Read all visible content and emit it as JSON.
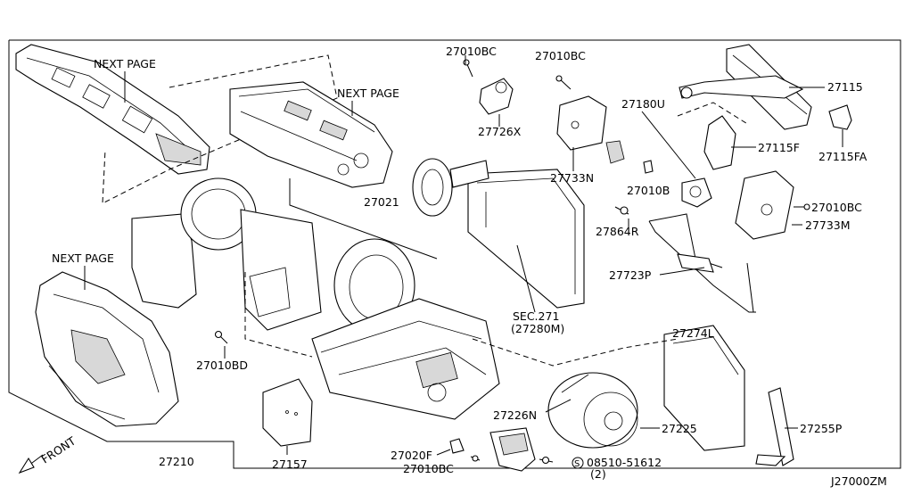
{
  "diagram": {
    "code": "J27000ZM",
    "front_label": "FRONT",
    "labels": {
      "p_27010BC_a": "27010BC",
      "p_27010BC_b": "27010BC",
      "p_27010BC_c": "27010BC",
      "p_27010BC_d": "27010BC",
      "p_27726X": "27726X",
      "p_27733N": "27733N",
      "p_27180U": "27180U",
      "p_27115": "27115",
      "p_27115F": "27115F",
      "p_27115FA": "27115FA",
      "p_27010B": "27010B",
      "p_27733M": "27733M",
      "p_27864R": "27864R",
      "p_27723P": "27723P",
      "p_27021": "27021",
      "p_sec271": "SEC.271",
      "p_27280M": "(27280M)",
      "p_27274L": "27274L",
      "p_27010BD": "27010BD",
      "p_27226N": "27226N",
      "p_27225": "27225",
      "p_27255P": "27255P",
      "p_27210": "27210",
      "p_27157": "27157",
      "p_27020F": "27020F",
      "p_08510": "08510-51612",
      "p_08510_qty": "(2)",
      "np_1": "NEXT PAGE",
      "np_2": "NEXT PAGE",
      "np_3": "NEXT PAGE"
    },
    "bolt_marker": "S"
  }
}
